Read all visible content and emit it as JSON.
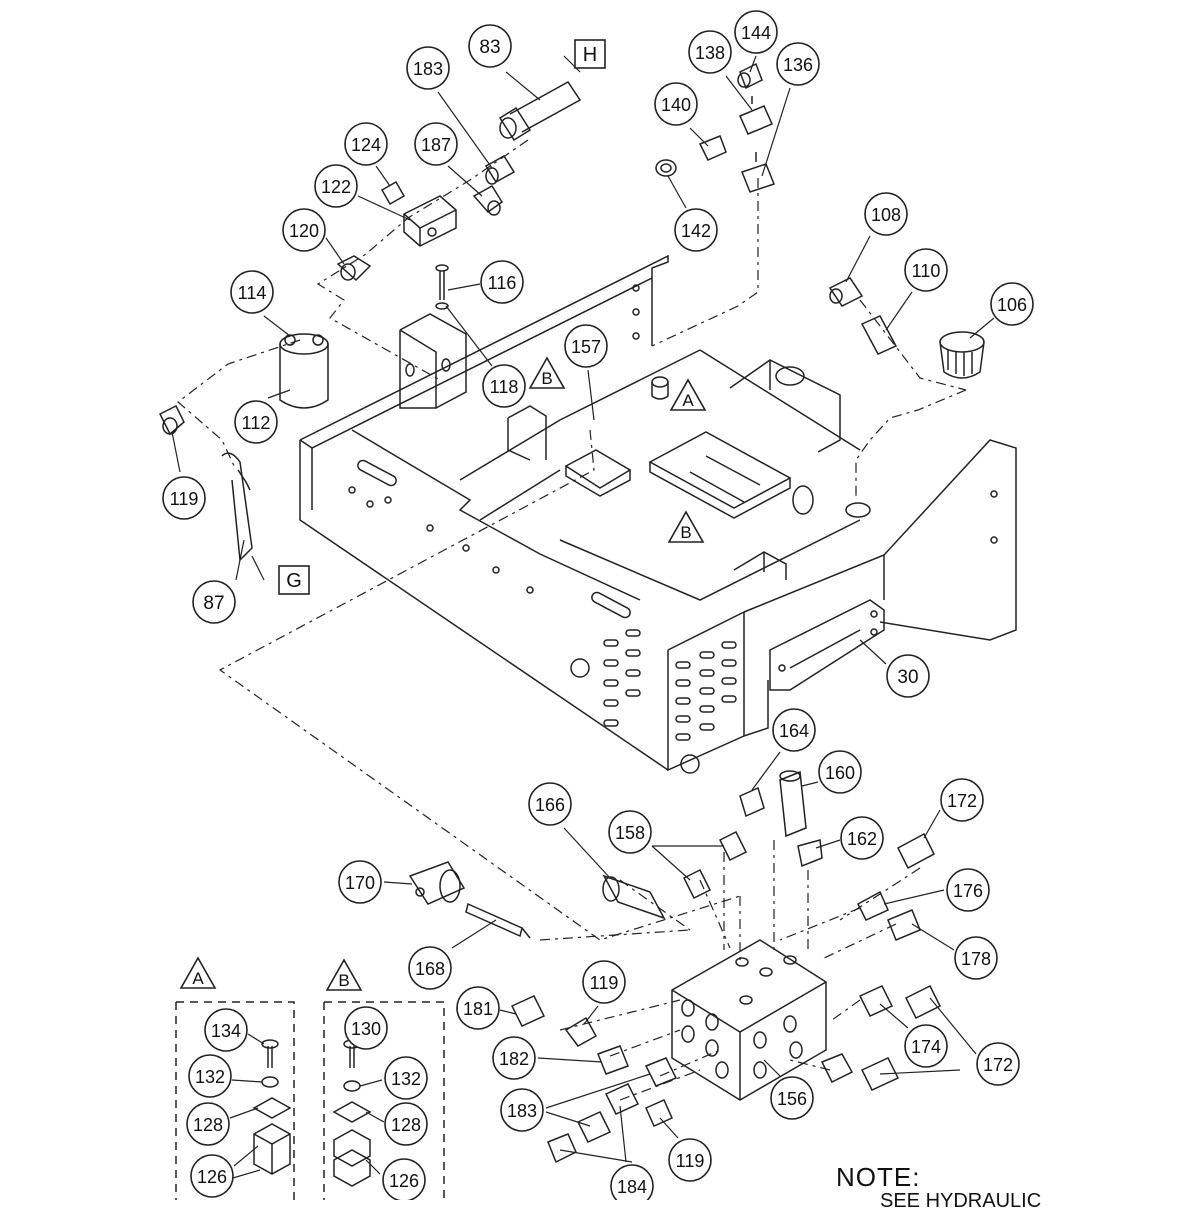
{
  "diagram": {
    "callouts": [
      {
        "id": "c83",
        "label": "83"
      },
      {
        "id": "c183a",
        "label": "183"
      },
      {
        "id": "c124",
        "label": "124"
      },
      {
        "id": "c187",
        "label": "187"
      },
      {
        "id": "c122",
        "label": "122"
      },
      {
        "id": "c120",
        "label": "120"
      },
      {
        "id": "c114",
        "label": "114"
      },
      {
        "id": "c116",
        "label": "116"
      },
      {
        "id": "c118",
        "label": "118"
      },
      {
        "id": "c112",
        "label": "112"
      },
      {
        "id": "c119a",
        "label": "119"
      },
      {
        "id": "c87",
        "label": "87"
      },
      {
        "id": "c144",
        "label": "144"
      },
      {
        "id": "c138",
        "label": "138"
      },
      {
        "id": "c136",
        "label": "136"
      },
      {
        "id": "c140",
        "label": "140"
      },
      {
        "id": "c142",
        "label": "142"
      },
      {
        "id": "c157",
        "label": "157"
      },
      {
        "id": "c108",
        "label": "108"
      },
      {
        "id": "c110",
        "label": "110"
      },
      {
        "id": "c106",
        "label": "106"
      },
      {
        "id": "c30",
        "label": "30"
      },
      {
        "id": "c164",
        "label": "164"
      },
      {
        "id": "c160",
        "label": "160"
      },
      {
        "id": "c166",
        "label": "166"
      },
      {
        "id": "c158",
        "label": "158"
      },
      {
        "id": "c162",
        "label": "162"
      },
      {
        "id": "c172a",
        "label": "172"
      },
      {
        "id": "c170",
        "label": "170"
      },
      {
        "id": "c176",
        "label": "176"
      },
      {
        "id": "c178",
        "label": "178"
      },
      {
        "id": "c168",
        "label": "168"
      },
      {
        "id": "c119b",
        "label": "119"
      },
      {
        "id": "c181",
        "label": "181"
      },
      {
        "id": "c174",
        "label": "174"
      },
      {
        "id": "c172b",
        "label": "172"
      },
      {
        "id": "c182",
        "label": "182"
      },
      {
        "id": "c183b",
        "label": "183"
      },
      {
        "id": "c156",
        "label": "156"
      },
      {
        "id": "c119c",
        "label": "119"
      },
      {
        "id": "c184",
        "label": "184"
      },
      {
        "id": "c134",
        "label": "134"
      },
      {
        "id": "c132a",
        "label": "132"
      },
      {
        "id": "c128a",
        "label": "128"
      },
      {
        "id": "c126a",
        "label": "126"
      },
      {
        "id": "c130",
        "label": "130"
      },
      {
        "id": "c132b",
        "label": "132"
      },
      {
        "id": "c128b",
        "label": "128"
      },
      {
        "id": "c126b",
        "label": "126"
      }
    ],
    "box_labels": [
      {
        "id": "boxH",
        "label": "H"
      },
      {
        "id": "boxG",
        "label": "G"
      }
    ],
    "triangle_labels": [
      {
        "id": "triB1",
        "label": "B"
      },
      {
        "id": "triA1",
        "label": "A"
      },
      {
        "id": "triB2",
        "label": "B"
      },
      {
        "id": "triA2",
        "label": "A"
      },
      {
        "id": "triB3",
        "label": "B"
      }
    ],
    "note": {
      "title": "NOTE:",
      "line": "SEE HYDRAULIC"
    }
  }
}
